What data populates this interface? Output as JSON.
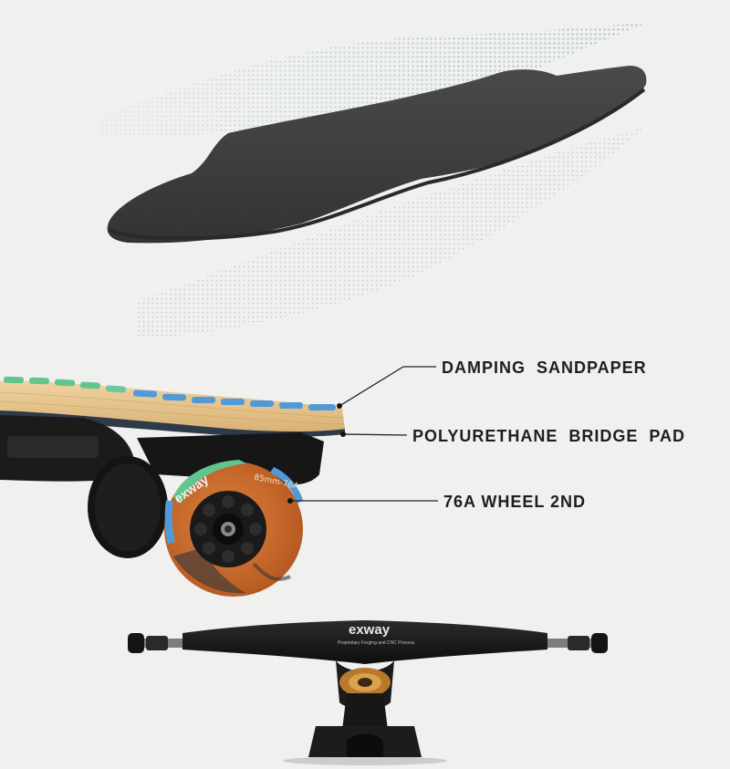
{
  "callouts": [
    {
      "label": "DAMPING  SANDPAPER"
    },
    {
      "label": "POLYURETHANE  BRIDGE  PAD"
    },
    {
      "label": "76A WHEEL 2ND"
    }
  ],
  "wheel": {
    "brand": "exway",
    "size_text": "85mm-76A"
  },
  "truck": {
    "brand": "exway",
    "subtitle": "Proprietary Forging and CNC Process"
  },
  "colors": {
    "background": "#f0f0ef",
    "deck_top": "#3c3c3e",
    "wood": "#e6c58f",
    "sandpaper_blue": "#4f9ad8",
    "sandpaper_green": "#62c58e",
    "wheel_orange": "#c8692b",
    "truck_black": "#151515"
  },
  "icons": [
    "dot-wave-pattern",
    "callout-dot"
  ]
}
